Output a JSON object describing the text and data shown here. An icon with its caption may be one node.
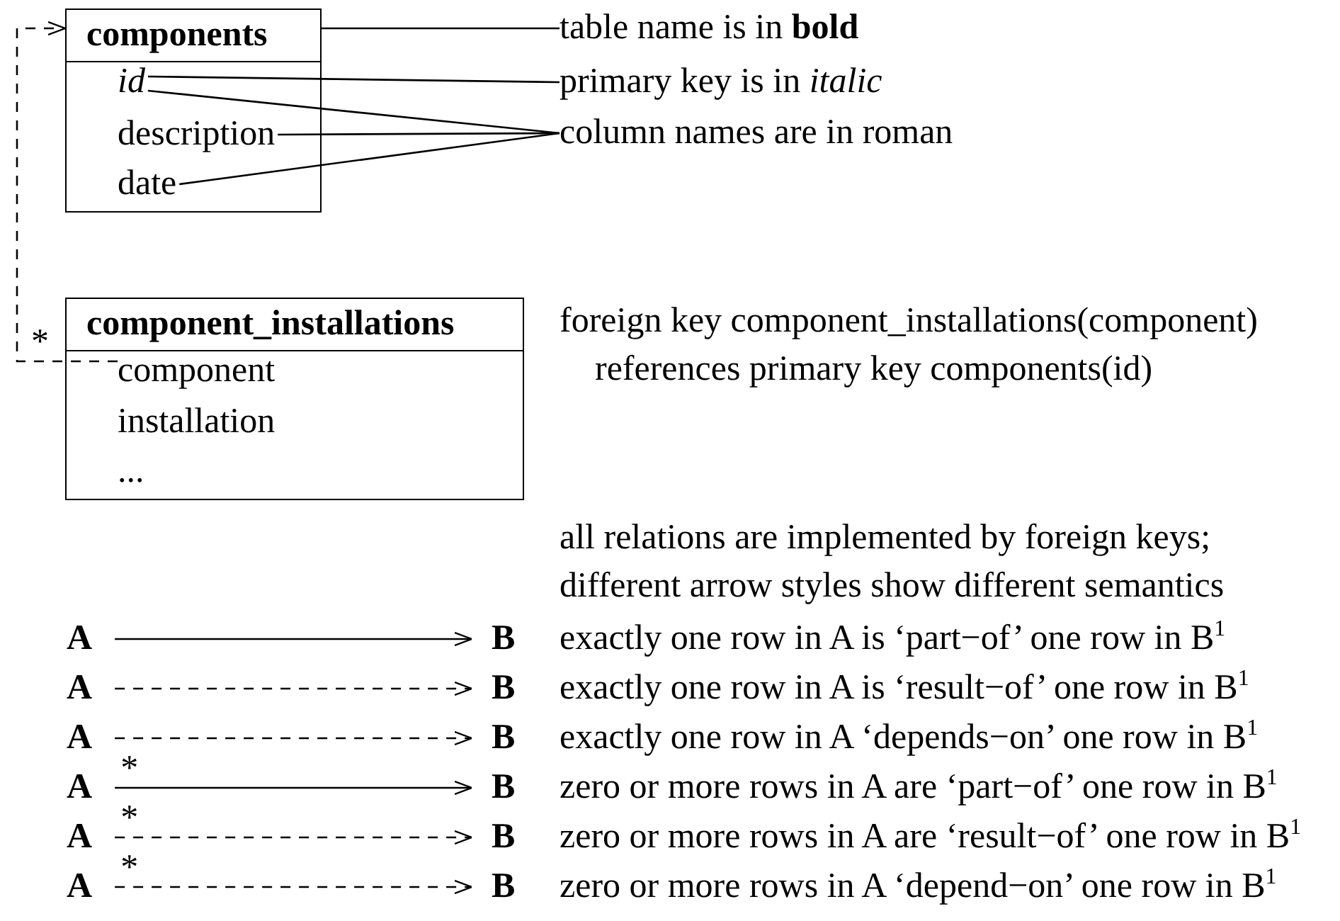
{
  "diagram": {
    "nodes": [
      {
        "text": [
          "components"
        ]
      },
      {
        "text": [
          "id"
        ],
        "in": 0
      },
      {
        "text": [
          "description"
        ],
        "in": 0
      },
      {
        "text": [
          "date"
        ],
        "in": 0
      },
      {
        "text": [
          "table name is in **bold**"
        ]
      },
      {
        "text": [
          "primary key is in *italic*"
        ]
      },
      {
        "text": [
          "column names are in roman"
        ]
      },
      {
        "text": [
          "component_installations"
        ]
      },
      {
        "text": [
          "component"
        ],
        "in": 7
      },
      {
        "text": [
          "installation"
        ],
        "in": 7
      },
      {
        "text": [
          "..."
        ],
        "in": 7
      },
      {
        "text": [
          "A"
        ]
      },
      {
        "text": [
          "B"
        ]
      },
      {
        "text": [
          "A"
        ]
      },
      {
        "text": [
          "B"
        ]
      },
      {
        "text": [
          "A"
        ]
      },
      {
        "text": [
          "B"
        ]
      },
      {
        "text": [
          "A"
        ]
      },
      {
        "text": [
          "B"
        ]
      },
      {
        "text": [
          "A"
        ]
      },
      {
        "text": [
          "B"
        ]
      },
      {
        "text": [
          "A"
        ]
      },
      {
        "text": [
          "B"
        ]
      }
    ],
    "edges": [
      {
        "from": 4,
        "to": 0,
        "arrow": "none"
      },
      {
        "from": 5,
        "to": 1,
        "arrow": "none"
      },
      {
        "from": 6,
        "to": 1,
        "arrow": "none"
      },
      {
        "from": 6,
        "to": 2,
        "arrow": "none"
      },
      {
        "from": 6,
        "to": 3,
        "arrow": "none"
      },
      {
        "from": 8,
        "to": 0,
        "arrow": "to",
        "style": "dashed",
        "label": "*"
      },
      {
        "from": 11,
        "to": 12,
        "arrow": "to"
      },
      {
        "from": 13,
        "to": 14,
        "arrow": "to",
        "style": "dashed"
      },
      {
        "from": 15,
        "to": 16,
        "arrow": "to",
        "style": "dashed"
      },
      {
        "from": 17,
        "to": 18,
        "arrow": "to",
        "label": "*"
      },
      {
        "from": 19,
        "to": 20,
        "arrow": "to",
        "style": "dashed",
        "label": "*"
      },
      {
        "from": 21,
        "to": 22,
        "arrow": "to",
        "style": "dashed",
        "label": "*"
      }
    ],
    "labels": [
      "foreign key component_installations(component) references primary key components(id)",
      "all relations are implemented by foreign keys; different arrow styles show different semantics",
      "exactly one row in A is ‘part−of’ one row in B$^{1}$",
      "exactly one row in A is ‘result−of’ one row in B$^{1}$",
      "exactly one row in A ‘depends−on’ one row in B$^{1}$",
      "zero or more rows in A are ‘part−of’ one row in B$^{1}$",
      "zero or more rows in A are ‘result−of’ one row in B$^{1}$",
      "zero or more rows in A ‘depend−on’ one row in B$^{1}$"
    ]
  }
}
